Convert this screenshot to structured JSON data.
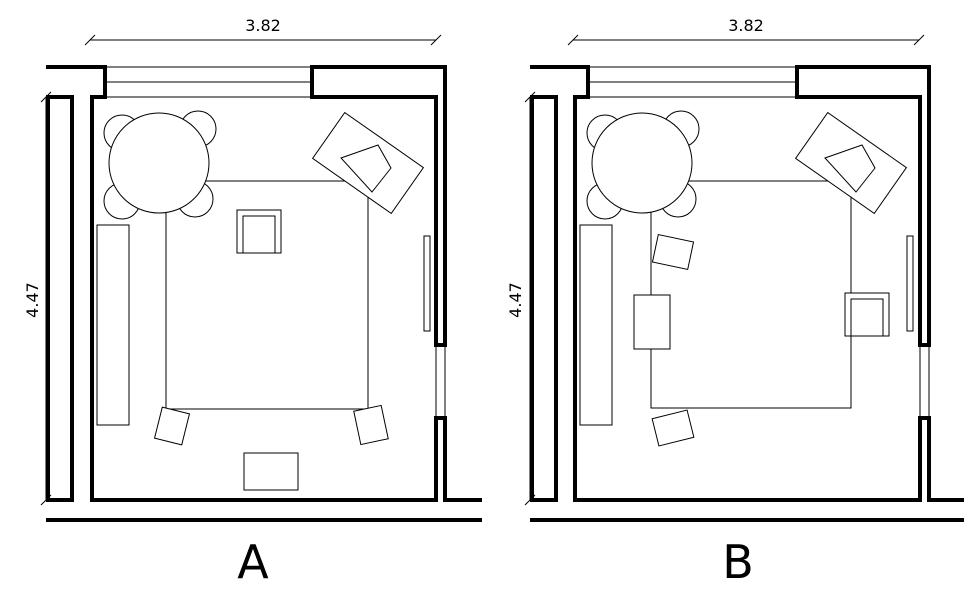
{
  "plans": [
    {
      "width_label": "3.82",
      "height_label": "4.47",
      "caption": "A"
    },
    {
      "width_label": "3.82",
      "height_label": "4.47",
      "caption": "B"
    }
  ]
}
